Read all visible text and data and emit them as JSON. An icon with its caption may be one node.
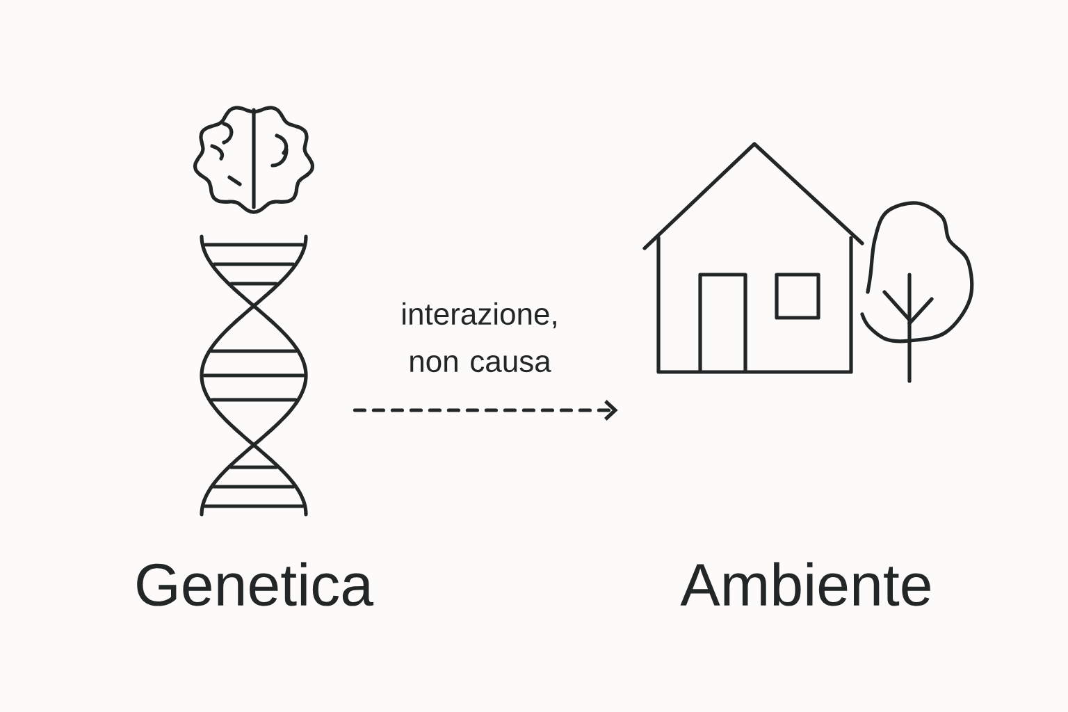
{
  "diagram": {
    "nodes": [
      {
        "text": [
          "Genetica"
        ]
      },
      {
        "text": [
          "Ambiente"
        ]
      }
    ],
    "edges": [
      {
        "from": 0,
        "to": 1,
        "arrow": "to",
        "style": "dashed",
        "label": "interazione, non causa"
      }
    ]
  }
}
